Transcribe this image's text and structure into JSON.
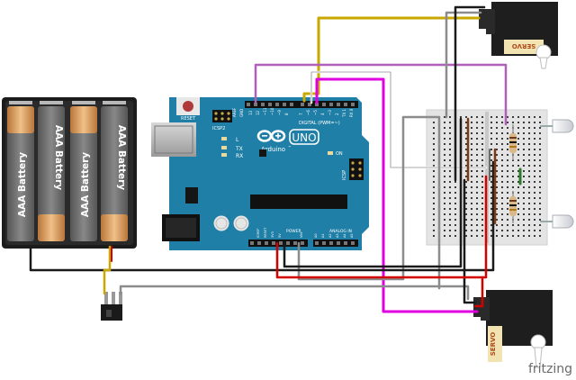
{
  "battery_pack": {
    "cells": [
      "AAA Battery",
      "AAA Battery",
      "AAA Battery",
      "AAA Battery"
    ]
  },
  "arduino": {
    "brand": "Arduino",
    "model": "UNO",
    "tm": "™",
    "reset_label": "RESET",
    "icsp2_label": "ICSP2",
    "icsp_label": "ICSP",
    "tx_label": "TX",
    "rx_label": "RX",
    "on_label": "ON",
    "l_label": "L",
    "digital_label": "DIGITAL (PWM=~)",
    "power_label": "POWER",
    "analog_label": "ANALOG IN",
    "aref_label": "AREF",
    "gnd_label": "GND",
    "ioref_label": "IOREF",
    "reset_pin_label": "RESET",
    "v33_label": "3V3",
    "v5_label": "5V",
    "vin_label": "VIN",
    "digital_pins": [
      "13",
      "12",
      "~11",
      "~10",
      "~9",
      "8",
      "7",
      "~6",
      "~5",
      "4",
      "~3",
      "2",
      "TX 1",
      "RX 0"
    ],
    "analog_pins": [
      "A0",
      "A1",
      "A2",
      "A3",
      "A4",
      "A5"
    ]
  },
  "servos": {
    "top_label": "SERVO",
    "bottom_label": "SERVO"
  },
  "watermark": "fritzing",
  "colors": {
    "board": "#1f7fa6",
    "wire_yellow": "#c9a800",
    "wire_magenta": "#e000e0",
    "wire_violet": "#b060b8",
    "wire_red": "#d40000",
    "wire_black": "#1a1a1a",
    "wire_gray": "#8c8c8c",
    "wire_white": "#ffffff",
    "battery_copper": "#d9a060",
    "servo_body": "#222222"
  }
}
